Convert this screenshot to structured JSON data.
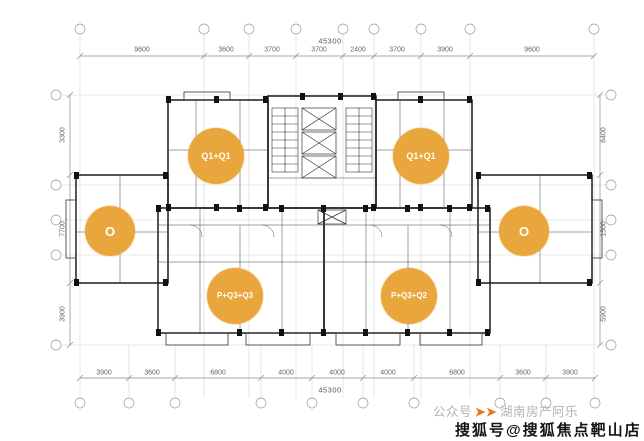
{
  "figure": {
    "type": "residential-floor-plan",
    "accent_color": "#E9A63C",
    "line_color": "#1b1b1b"
  },
  "units": [
    {
      "label": "Q1+Q1"
    },
    {
      "label": "Q1+Q1"
    },
    {
      "label": "O"
    },
    {
      "label": "O"
    },
    {
      "label": "P+Q3+Q3"
    },
    {
      "label": "P+Q3+Q2"
    }
  ],
  "dimensions": {
    "total_top": "45300",
    "total_bottom": "45300",
    "top": [
      "9600",
      "3600",
      "3700",
      "3700",
      "2400",
      "3700",
      "3900",
      "9600"
    ],
    "bottom": [
      "3900",
      "3600",
      "6800",
      "4000",
      "4000",
      "4000",
      "6800",
      "3600",
      "3900"
    ],
    "left": [
      "3300",
      "7700",
      "3900"
    ],
    "right": [
      "6400",
      "1300",
      "5900"
    ]
  },
  "watermark": {
    "channel_prefix": "公众号",
    "channel_arrow": "➤➤",
    "channel_name": "湖南房产阿乐",
    "sohu_account": "搜狐号@搜狐焦点靶山店"
  }
}
